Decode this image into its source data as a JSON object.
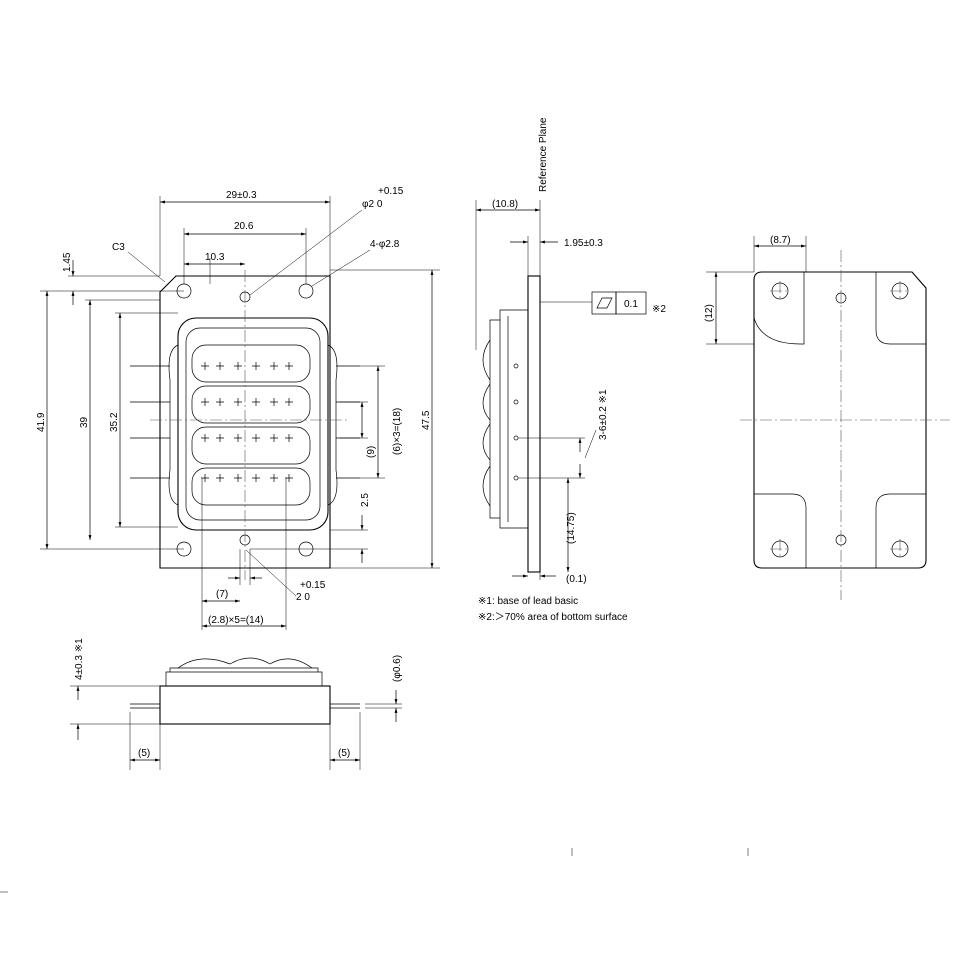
{
  "front_view": {
    "width": "29±0.3",
    "pitch_outer": "20.6",
    "pitch_inner": "10.3",
    "chamfer": "C3",
    "hole_tol": "+0.15",
    "hole_center": "φ2 0",
    "holes": "4-φ2.8",
    "top_offset": "1.45",
    "height_total": "41.9",
    "height_39": "39",
    "height_35": "35.2",
    "pin_pitch_v": "(9)",
    "pin_pitch_v_total": "(6)×3=(18)",
    "overall_height": "47.5",
    "bottom_offset": "2.5",
    "pin_offset_h": "(7)",
    "bottom_tol": "+0.15",
    "bottom_hole": "2 0",
    "pin_pitch_h_total": "(2.8)×5=(14)"
  },
  "side_view": {
    "reference_plane": "Reference Plane",
    "ref_offset": "(10.8)",
    "base_thickness": "1.95±0.3",
    "flatness_value": "0.1",
    "flatness_note_mark": "※2",
    "lead_length": "3-6±0.2 ※1",
    "lead_offset": "(14.75)",
    "base_gap": "(0.1)"
  },
  "notes": {
    "note1": "※1: base of lead basic",
    "note2": "※2:＞70% area of bottom surface"
  },
  "bottom_view": {
    "edge_offset": "(8.7)",
    "corner_height": "(12)"
  },
  "end_view": {
    "height": "4±0.3 ※1",
    "pin_dia": "(φ0.6)",
    "pin_left": "(5)",
    "pin_right": "(5)"
  }
}
